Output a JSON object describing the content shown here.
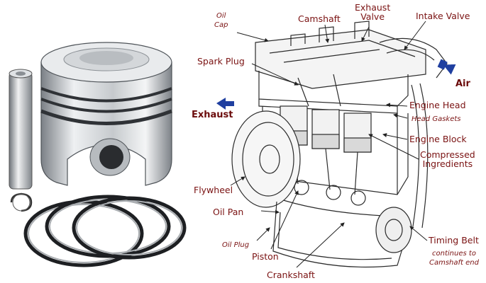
{
  "labels": {
    "oil_cap": "Oil\nCap",
    "camshaft": "Camshaft",
    "exhaust_valve": "Exhaust\nValve",
    "intake_valve": "Intake Valve",
    "spark_plug": "Spark Plug",
    "air": "Air",
    "exhaust": "Exhaust",
    "engine_head": "Engine Head",
    "head_gaskets": "Head Gaskets",
    "engine_block": "Engine Block",
    "compressed_ingredients": "Compressed\nIngredients",
    "flywheel": "Flywheel",
    "oil_pan": "Oil Pan",
    "oil_plug": "Oil Plug",
    "piston": "Piston",
    "crankshaft": "Crankshaft",
    "timing_belt": "Timing Belt",
    "timing_belt_note": "continues to\nCamshaft end"
  },
  "colors": {
    "label_text": "#7a1212",
    "arrow_blue": "#1f3fa0",
    "metal_light": "#e6e8ea",
    "metal_dark": "#6d7278",
    "line_art": "#2b2b2b"
  },
  "icons": {
    "air_arrow": "blue-arrow-left",
    "exhaust_arrow": "blue-arrow-left"
  }
}
